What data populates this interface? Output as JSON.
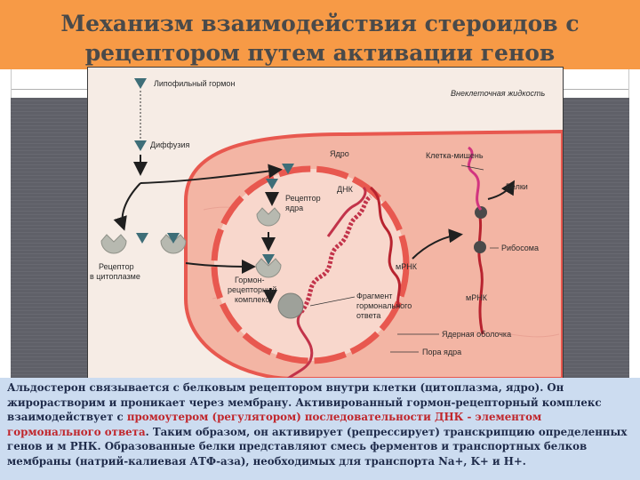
{
  "slide": {
    "title_line1": "Механизм взаимодействия стероидов с",
    "title_line2": "рецептором путем  активации генов"
  },
  "figure": {
    "labels": {
      "lipophilic_hormone": "Липофильный гормон",
      "extracellular_fluid": "Внеклеточная жидкость",
      "diffusion": "Диффузия",
      "nucleus": "Ядро",
      "target_cell": "Клетка-мишень",
      "dna": "ДНК",
      "proteins": "Белки",
      "nuclear_receptor_line1": "Рецептор",
      "nuclear_receptor_line2": "ядра",
      "ribosome": "Рибосома",
      "cytoplasm_receptor_line1": "Рецептор",
      "cytoplasm_receptor_line2": "в цитоплазме",
      "mrna_nucleus": "мРНК",
      "mrna_cytoplasm": "мРНК",
      "complex_line1": "Гормон-",
      "complex_line2": "рецепторный",
      "complex_line3": "комплекс",
      "fragment_line1": "Фрагмент",
      "fragment_line2": "гормонального",
      "fragment_line3": "ответа",
      "nuclear_envelope": "Ядерная оболочка",
      "nuclear_pore": "Пора ядра"
    },
    "colors": {
      "cell_fill": "#f3b5a4",
      "membrane": "#e8584f",
      "nucleus_fill": "#f8d7cc",
      "hormone": "#3e6e78",
      "receptor": "#b7b9b0",
      "dna": "#c2334a",
      "mrna": "#b8232f"
    }
  },
  "caption": {
    "part1": "Альдостерон связывается с белковым рецептором внутри клетки (цитоплазма, ядро). Он жирорастворим и проникает через мембрану. Активированный гормон-рецепторный комплекс взаимодействует с ",
    "promoter": "промоутером (регулятором) последовательности ДНК - элементом гормонального ответа",
    "part2": ". Таким образом,  он активирует (репрессирует) транскрипцию определенных генов и м РНК. Образованные белки представляют смесь ферментов и транспортных белков мембраны (натрий-калиевая АТФ-аза), необходимых для транспорта Na+, K+ и H+."
  }
}
